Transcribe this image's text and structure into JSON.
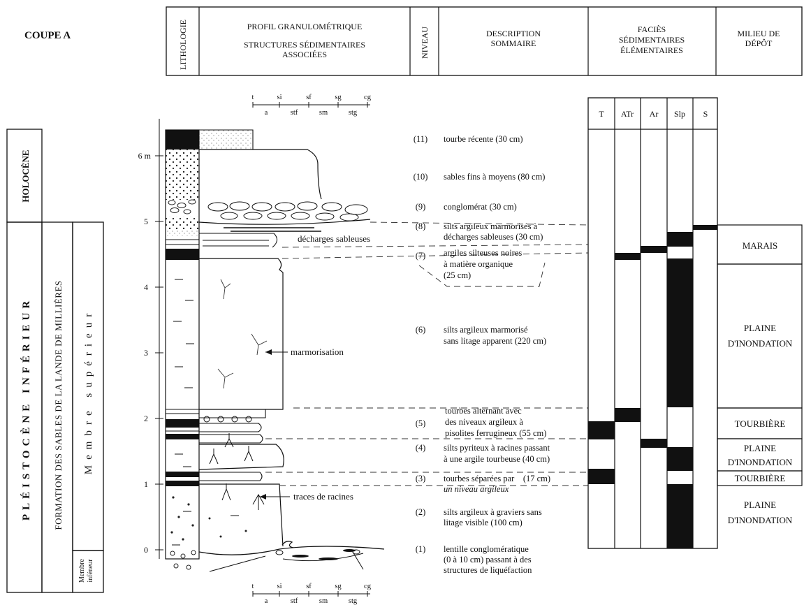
{
  "section_label": "COUPE A",
  "header": {
    "lithologie": "LITHOLOGIE",
    "profil_l1": "PROFIL GRANULOMÉTRIQUE",
    "profil_l2": "STRUCTURES SÉDIMENTAIRES",
    "profil_l3": "ASSOCIÉES",
    "niveau": "NIVEAU",
    "desc_l1": "DESCRIPTION",
    "desc_l2": "SOMMAIRE",
    "facies_l1": "FACIÈS",
    "facies_l2": "SÉDIMENTAIRES",
    "facies_l3": "ÉLÉMENTAIRES",
    "milieu_l1": "MILIEU DE",
    "milieu_l2": "DÉPÔT"
  },
  "grain_scale": {
    "top_row": [
      "t",
      "si",
      "sf",
      "sg",
      "cg"
    ],
    "bottom_row": [
      "a",
      "stf",
      "sm",
      "stg"
    ]
  },
  "stratigraphy": {
    "holocene": "HOLOCÈNE",
    "pleistocene": "PLÉISTOCÈNE INFÉRIEUR",
    "formation": "FORMATION DES SABLES DE LA LANDE DE MILLIÈRES",
    "membre_sup": "Membre supérieur",
    "membre_inf_l1": "Membre",
    "membre_inf_l2": "inféneur"
  },
  "depth_ticks": [
    "0",
    "1",
    "2",
    "3",
    "4",
    "5",
    "6 m"
  ],
  "annotations": {
    "decharges": "décharges sableuses",
    "marmorisation": "marmorisation",
    "racines": "traces de racines"
  },
  "levels": [
    {
      "num": "(11)",
      "lines": [
        "tourbe récente (30 cm)"
      ]
    },
    {
      "num": "(10)",
      "lines": [
        "sables fins à moyens (80 cm)"
      ]
    },
    {
      "num": "(9)",
      "lines": [
        "conglomérat (30 cm)"
      ]
    },
    {
      "num": "(8)",
      "lines": [
        "silts argileux marmorisés à",
        "décharges sableuses (30 cm)"
      ]
    },
    {
      "num": "(7)",
      "lines": [
        "argiles silteuses noires",
        "à matière organique",
        "(25 cm)"
      ]
    },
    {
      "num": "(6)",
      "lines": [
        "silts argileux marmorisé",
        "sans litage apparent (220 cm)"
      ]
    },
    {
      "num": "(5)",
      "lines": [
        "tourbes alternant avec",
        "des niveaux argileux à",
        "pisolites ferrugineux (55 cm)"
      ]
    },
    {
      "num": "(4)",
      "lines": [
        "silts pyriteux à racines passant",
        "à une argile tourbeuse (40 cm)"
      ]
    },
    {
      "num": "(3)",
      "lines": [
        "tourbes séparées par    (17 cm)",
        "un niveau argileux"
      ]
    },
    {
      "num": "(2)",
      "lines": [
        "silts argileux à graviers sans",
        "litage visible (100 cm)"
      ]
    },
    {
      "num": "(1)",
      "lines": [
        "lentille conglomératique",
        "(0 à 10 cm) passant à des",
        "structures de liquéfaction"
      ]
    }
  ],
  "facies_columns": [
    "T",
    "ATr",
    "Ar",
    "Slp",
    "S"
  ],
  "milieux": {
    "marais": "MARAIS",
    "plaine1_l1": "PLAINE",
    "plaine1_l2": "D'INONDATION",
    "tourbiere1": "TOURBIÈRE",
    "plaine2_l1": "PLAINE",
    "plaine2_l2": "D'INONDATION",
    "tourbiere2": "TOURBIÈRE",
    "plaine3_l1": "PLAINE",
    "plaine3_l2": "D'INONDATION"
  }
}
